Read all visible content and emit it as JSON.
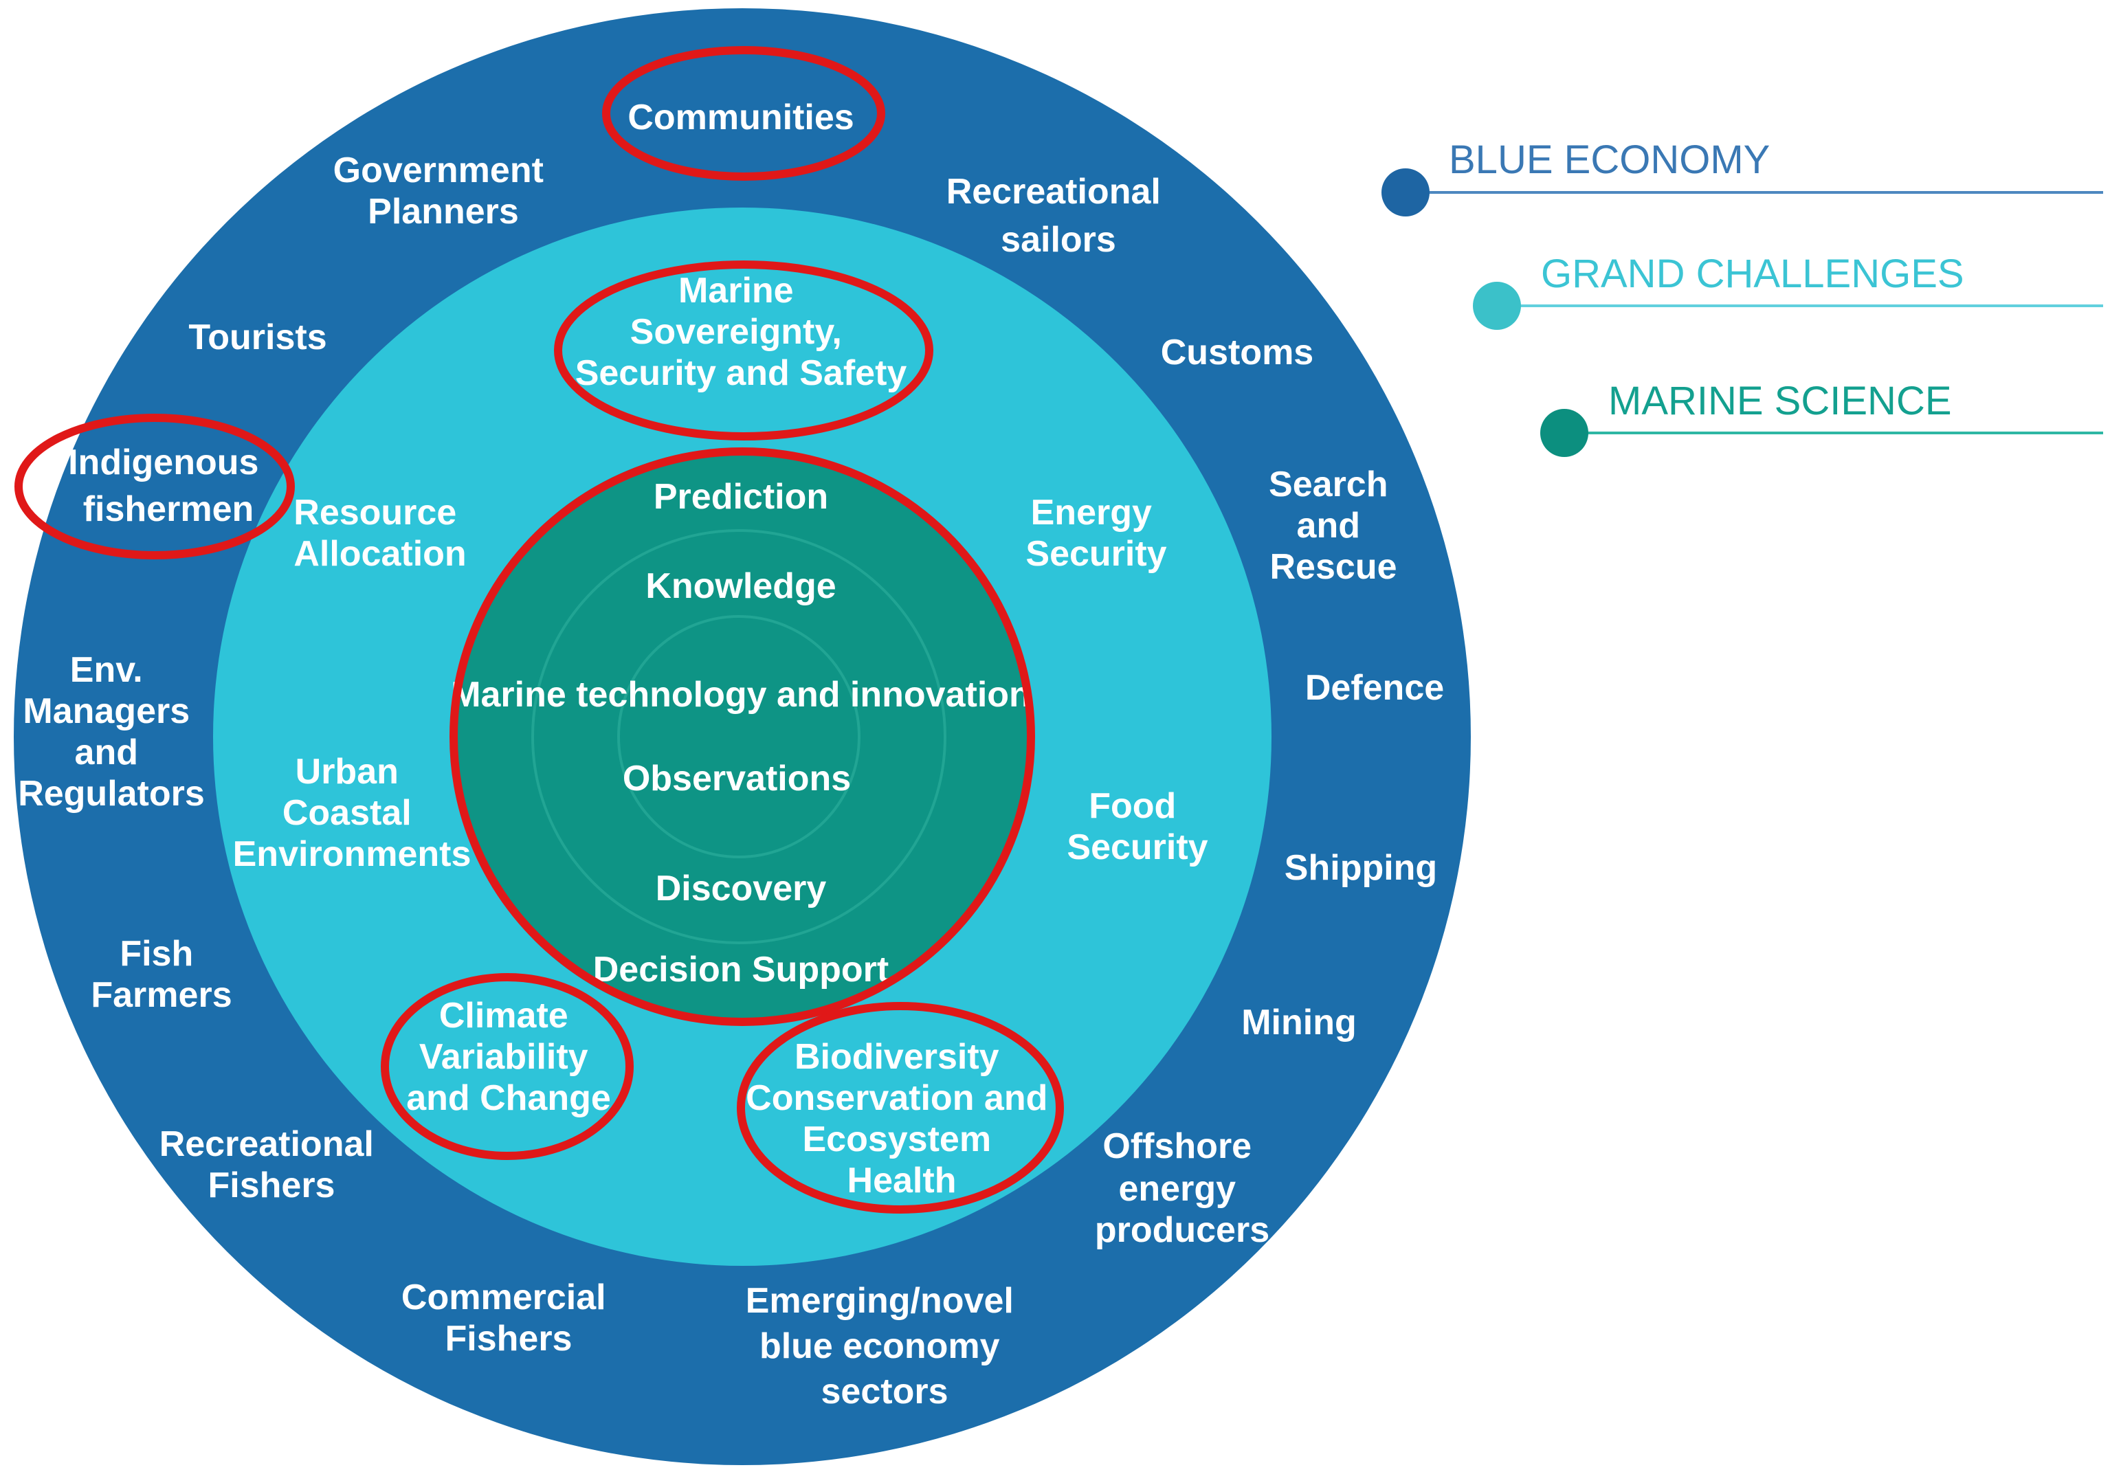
{
  "colors": {
    "blue_economy": "#1c6eab",
    "grand_challenges": "#2ec4d9",
    "marine_science": "#0e9485",
    "highlight": "#e01818",
    "text": "#ffffff"
  },
  "legend": [
    {
      "label": "BLUE ECONOMY",
      "color": "#3a78b4",
      "dot": "#1e65a3"
    },
    {
      "label": "GRAND CHALLENGES",
      "color": "#3bc4d4",
      "dot": "#3bc1c9"
    },
    {
      "label": "MARINE SCIENCE",
      "color": "#13a08f",
      "dot": "#0c8f7f"
    }
  ],
  "blue_economy": [
    {
      "id": "communities",
      "lines": [
        "Communities"
      ]
    },
    {
      "id": "government-planners",
      "lines": [
        "Government",
        "Planners"
      ]
    },
    {
      "id": "recreational-sailors",
      "lines": [
        "Recreational",
        "sailors"
      ]
    },
    {
      "id": "tourists",
      "lines": [
        "Tourists"
      ]
    },
    {
      "id": "customs",
      "lines": [
        "Customs"
      ]
    },
    {
      "id": "indigenous-fishermen",
      "lines": [
        "Indigenous",
        "fishermen"
      ]
    },
    {
      "id": "search-and-rescue",
      "lines": [
        "Search",
        "and",
        "Rescue"
      ]
    },
    {
      "id": "env-managers",
      "lines": [
        "Env.",
        "Managers",
        "and",
        "Regulators"
      ]
    },
    {
      "id": "defence",
      "lines": [
        "Defence"
      ]
    },
    {
      "id": "shipping",
      "lines": [
        "Shipping"
      ]
    },
    {
      "id": "fish-farmers",
      "lines": [
        "Fish",
        "Farmers"
      ]
    },
    {
      "id": "mining",
      "lines": [
        "Mining"
      ]
    },
    {
      "id": "recreational-fishers",
      "lines": [
        "Recreational",
        "Fishers"
      ]
    },
    {
      "id": "offshore-energy",
      "lines": [
        "Offshore",
        "energy",
        "producers"
      ]
    },
    {
      "id": "commercial-fishers",
      "lines": [
        "Commercial",
        "Fishers"
      ]
    },
    {
      "id": "emerging-sectors",
      "lines": [
        "Emerging/novel",
        "blue economy",
        "sectors"
      ]
    }
  ],
  "grand_challenges": [
    {
      "id": "marine-sovereignty",
      "lines": [
        "Marine",
        "Sovereignty,",
        "Security and Safety"
      ]
    },
    {
      "id": "resource-allocation",
      "lines": [
        "Resource",
        "Allocation"
      ]
    },
    {
      "id": "energy-security",
      "lines": [
        "Energy",
        "Security"
      ]
    },
    {
      "id": "urban-coastal",
      "lines": [
        "Urban",
        "Coastal",
        "Environments"
      ]
    },
    {
      "id": "food-security",
      "lines": [
        "Food",
        "Security"
      ]
    },
    {
      "id": "climate-variability",
      "lines": [
        "Climate",
        "Variability",
        "and Change"
      ]
    },
    {
      "id": "biodiversity",
      "lines": [
        "Biodiversity",
        "Conservation and",
        "Ecosystem",
        "Health"
      ]
    }
  ],
  "marine_science": [
    {
      "id": "prediction",
      "lines": [
        "Prediction"
      ]
    },
    {
      "id": "knowledge",
      "lines": [
        "Knowledge"
      ]
    },
    {
      "id": "marine-tech",
      "lines": [
        "Marine technology and innovation"
      ]
    },
    {
      "id": "observations",
      "lines": [
        "Observations"
      ]
    },
    {
      "id": "discovery",
      "lines": [
        "Discovery"
      ]
    },
    {
      "id": "decision-support",
      "lines": [
        "Decision Support"
      ]
    }
  ]
}
